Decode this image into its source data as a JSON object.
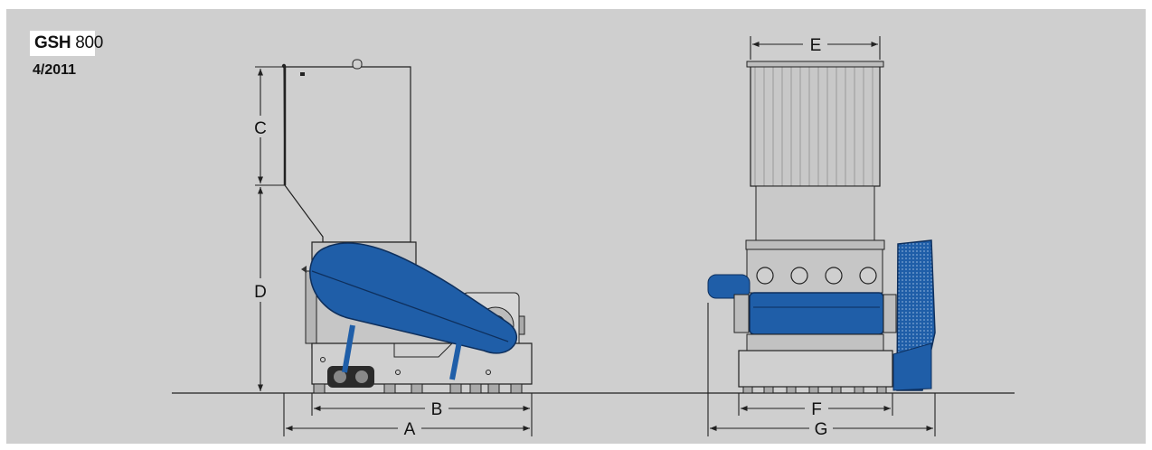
{
  "header": {
    "model_prefix": "GSH",
    "model_number": "800",
    "date": "4/2011"
  },
  "dimensions": {
    "A": "A",
    "B": "B",
    "C": "C",
    "D": "D",
    "E": "E",
    "F": "F",
    "G": "G"
  },
  "colors": {
    "background": "#cfcfcf",
    "machine_blue": "#1f5ea8",
    "housing_gray": "#c6c6c6",
    "line": "#222222"
  }
}
